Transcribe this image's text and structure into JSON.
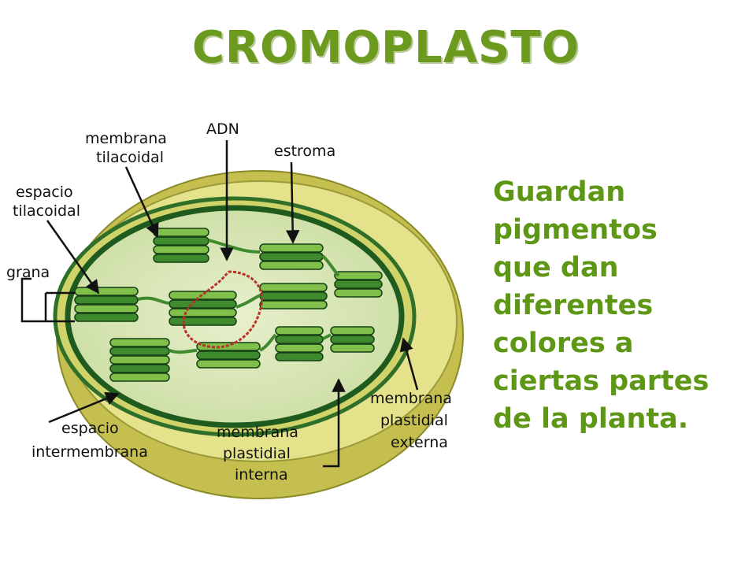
{
  "title": "CROMOPLASTO",
  "description_lines": [
    "Guardan",
    "pigmentos",
    "que dan",
    "diferentes",
    "colores a",
    "ciertas partes",
    "de la planta."
  ],
  "diagram": {
    "labels": {
      "adn": "ADN",
      "membrana_tilacoidal_1": "membrana",
      "membrana_tilacoidal_2": "tilacoidal",
      "estroma": "estroma",
      "espacio_tilacoidal_1": "espacio",
      "espacio_tilacoidal_2": "tilacoidal",
      "grana": "grana",
      "espacio_intermembrana_1": "espacio",
      "espacio_intermembrana_2": "intermembrana",
      "membrana_interna_1": "membrana",
      "membrana_interna_2": "plastidial",
      "membrana_interna_3": "interna",
      "membrana_externa_1": "membrana",
      "membrana_externa_2": "plastidial",
      "membrana_externa_3": "externa"
    },
    "colors": {
      "outer_shell": "#c9c45a",
      "outer_rim": "#e6e48a",
      "inner_membrane": "#2f6f2a",
      "stroma": "#d9e7b8",
      "thylakoid": "#3f8a2e",
      "thylakoid_light": "#7fbf4a",
      "dna": "#b8322a"
    }
  }
}
